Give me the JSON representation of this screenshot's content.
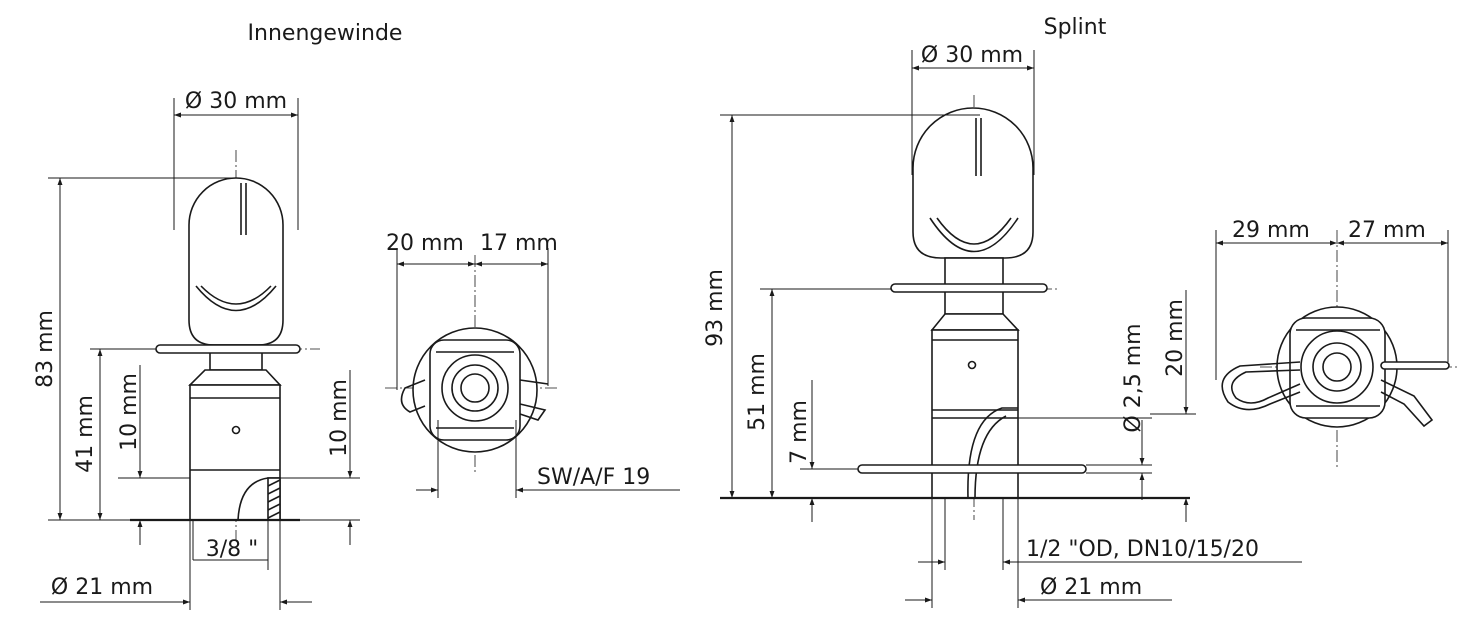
{
  "views": {
    "left": {
      "title": "Innengewinde",
      "labels": {
        "dia30": "Ø 30 mm",
        "h83": "83 mm",
        "h41": "41 mm",
        "h10a": "10 mm",
        "h10b": "10 mm",
        "thread": "3/8 \"",
        "dia21": "Ø 21 mm"
      }
    },
    "left_end": {
      "labels": {
        "w20": "20 mm",
        "w17": "17 mm",
        "sw": "SW/A/F 19"
      }
    },
    "right": {
      "title": "Splint",
      "labels": {
        "dia30": "Ø 30 mm",
        "h93": "93 mm",
        "h51": "51 mm",
        "h7": "7 mm",
        "pin": "Ø 2,5 mm",
        "tube": "1/2 \"OD, DN10/15/20",
        "dia21": "Ø 21 mm"
      }
    },
    "right_end": {
      "labels": {
        "w29": "29 mm",
        "w27": "27 mm",
        "h20": "20 mm"
      }
    }
  }
}
